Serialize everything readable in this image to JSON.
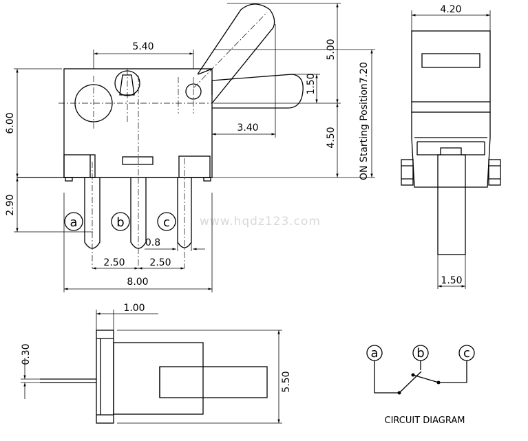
{
  "front_view": {
    "dims": {
      "top_width": "5.40",
      "height": "6.00",
      "pin_length": "2.90",
      "lever_reach": "3.40",
      "lever_up": "5.00",
      "lever_thick": "1.50",
      "lever_down": "4.50",
      "pin_width": "0.8",
      "pitch_1": "2.50",
      "pitch_2": "2.50",
      "body_width": "8.00"
    },
    "total_height": "7.20",
    "on_label": "ON Starting Position",
    "pins": [
      "a",
      "b",
      "c"
    ],
    "watermark": "www.hqdz123.com"
  },
  "side_view": {
    "dims": {
      "width": "4.20",
      "lever_width": "1.50"
    }
  },
  "bottom_view": {
    "dims": {
      "plate": "1.00",
      "pin_thick": "0.30",
      "height": "5.50"
    }
  },
  "circuit": {
    "title": "CIRCUIT DIAGRAM",
    "pins": [
      "a",
      "b",
      "c"
    ]
  }
}
